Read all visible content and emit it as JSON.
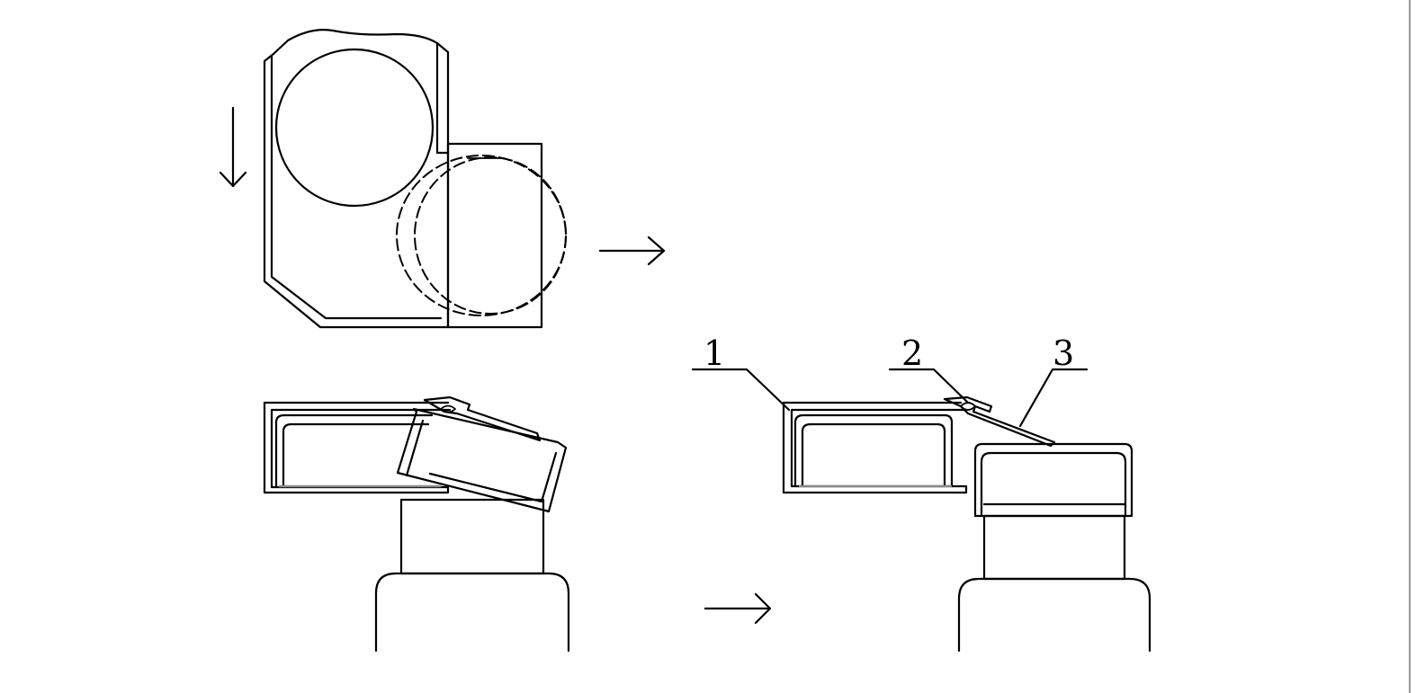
{
  "labels": {
    "part1": "1",
    "part2": "2",
    "part3": "3"
  },
  "colors": {
    "line": "#000000",
    "background": "#ffffff",
    "inner_edge": "#8a8a8a"
  }
}
